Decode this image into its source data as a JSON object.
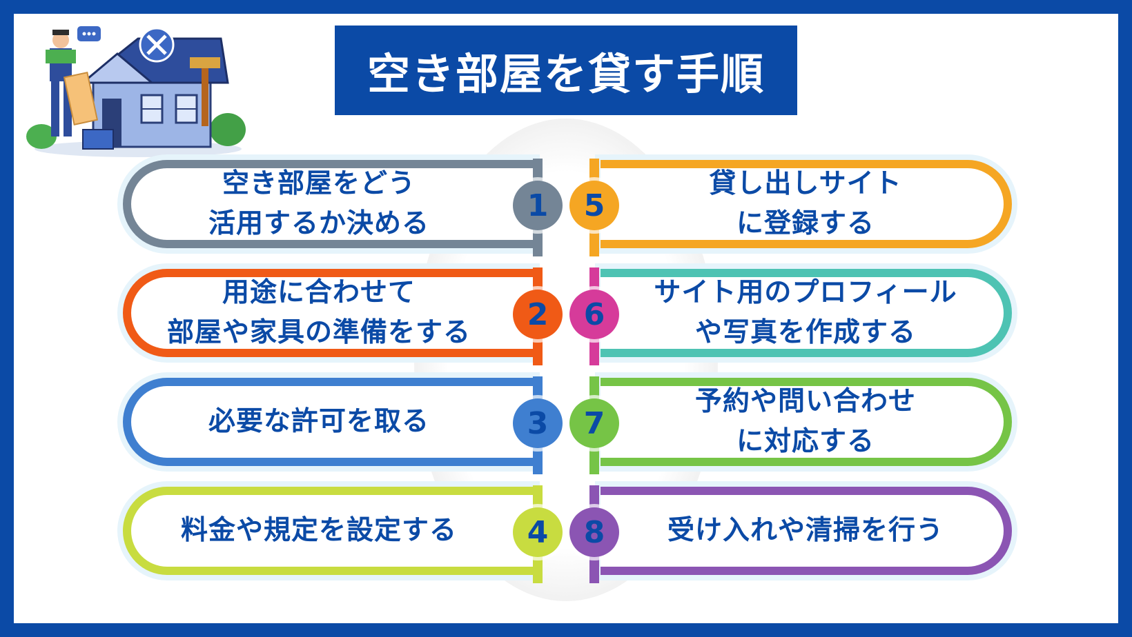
{
  "title": "空き部屋を貸す手順",
  "colors": {
    "brand": "#0b4aa6",
    "step1": "#748596",
    "step2": "#f05a16",
    "step3": "#3f7fd0",
    "step4": "#c8dc40",
    "step5": "#f5a623",
    "step6": "#4ec3b3",
    "step7": "#76c446",
    "step8": "#8b55b3"
  },
  "illustration_icon": "house-repair-worker-icon",
  "steps": [
    {
      "number": "1",
      "text": "空き部屋をどう\n活用するか決める"
    },
    {
      "number": "2",
      "text": "用途に合わせて\n部屋や家具の準備をする"
    },
    {
      "number": "3",
      "text": "必要な許可を取る"
    },
    {
      "number": "4",
      "text": "料金や規定を設定する"
    },
    {
      "number": "5",
      "text": "貸し出しサイト\nに登録する"
    },
    {
      "number": "6",
      "text": "サイト用のプロフィール\nや写真を作成する"
    },
    {
      "number": "7",
      "text": "予約や問い合わせ\nに対応する"
    },
    {
      "number": "8",
      "text": "受け入れや清掃を行う"
    }
  ]
}
